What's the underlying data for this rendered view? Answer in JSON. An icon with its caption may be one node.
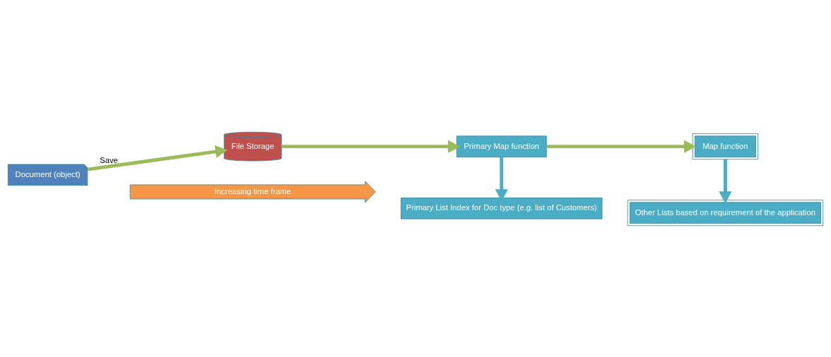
{
  "diagram": {
    "nodes": [
      {
        "text": [
          "Document (object)"
        ]
      },
      {
        "text": [
          "File Storage"
        ]
      },
      {
        "text": [
          "Primary Map function"
        ]
      },
      {
        "text": [
          "Primary List Index for Doc type (e.g. list of Customers)"
        ]
      },
      {
        "text": [
          "Map function"
        ]
      },
      {
        "text": [
          "Other Lists based on requirement of the application"
        ]
      },
      {
        "text": [
          "Increasing time frame"
        ]
      }
    ],
    "edges": [
      {
        "from": 0,
        "to": 1,
        "arrow": "to",
        "label": "Save"
      },
      {
        "from": 1,
        "to": 2,
        "arrow": "to"
      },
      {
        "from": 2,
        "to": 3,
        "arrow": "to",
        "color": "#4bacc6"
      },
      {
        "from": 2,
        "to": 4,
        "arrow": "to"
      },
      {
        "from": 4,
        "to": 5,
        "arrow": "to",
        "color": "#4bacc6"
      }
    ]
  }
}
